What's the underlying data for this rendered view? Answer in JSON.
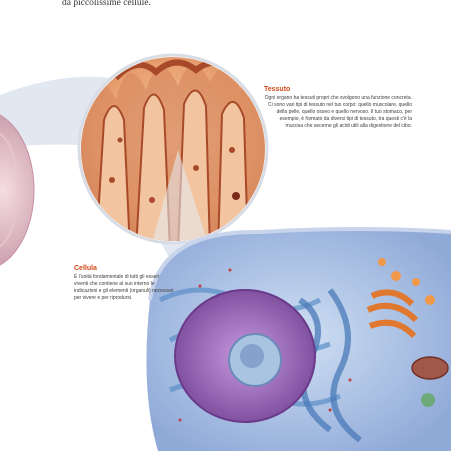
{
  "intro_text": "da piccolissime cellule.",
  "tessuto": {
    "title": "Tessuto",
    "body": "Ogni organo ha tessuti propri che svolgono una funzione concreta. Ci sono vari tipi di tessuto nel tuo corpo: quello muscolare, quello della pelle, quello osseo e quello nervoso. Il tuo stomaco, per esempio, è formato da diversi tipi di tessuto, tra questi c'è la mucosa che secerne gli acidi utili alla digestione del cibo."
  },
  "cellula": {
    "title": "Cellula",
    "body": "È l'unità fondamentale di tutti gli esseri viventi che contiene al suo interno le indicazioni e gli elementi (organuli) necessari per vivere e per riprodursi."
  },
  "colors": {
    "caption_title": "#d04a1a",
    "tissue": "#e8a070",
    "tissue_dark": "#a84a2a",
    "cell_membrane": "#b8c8e8",
    "nucleus": "#9a62b8",
    "reticulum": "#5c8ec8",
    "golgi": "#e07830"
  }
}
